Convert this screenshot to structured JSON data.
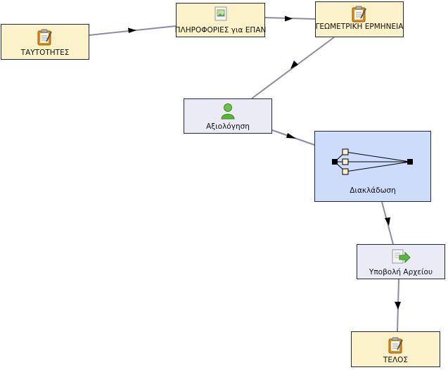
{
  "colors": {
    "task_fill": "#fcf2c9",
    "activity_fill": "#ebebf6",
    "split_fill": "#cddcfb",
    "edge": "#8c8aa8",
    "arrow": "#000000"
  },
  "nodes": {
    "tautotites": {
      "label": "ΤΑΥΤΟΤΗΤΕΣ",
      "icon": "clipboard-icon"
    },
    "plirofories": {
      "label": "ΠΛΗΡΟΦΟΡΙΕΣ για ΕΠΑΝ",
      "icon": "image-document-icon"
    },
    "geometriki": {
      "label": "ΓΕΩΜΕΤΡΙΚΗ ΕΡΜΗΝΕΙΑ",
      "icon": "clipboard-icon"
    },
    "axiologisi": {
      "label": "Αξιολόγηση",
      "icon": "user-icon"
    },
    "diakladosi": {
      "label": "Διακλάδωση",
      "icon": "split-icon"
    },
    "ypovoli": {
      "label": "Υποβολή Αρχείου",
      "icon": "submit-document-icon"
    },
    "telos": {
      "label": "ΤΕΛΟΣ",
      "icon": "clipboard-icon"
    }
  },
  "edges": [
    {
      "from": "tautotites",
      "to": "plirofories"
    },
    {
      "from": "plirofories",
      "to": "geometriki"
    },
    {
      "from": "geometriki",
      "to": "axiologisi"
    },
    {
      "from": "axiologisi",
      "to": "diakladosi"
    },
    {
      "from": "diakladosi",
      "to": "ypovoli"
    },
    {
      "from": "ypovoli",
      "to": "telos"
    }
  ]
}
